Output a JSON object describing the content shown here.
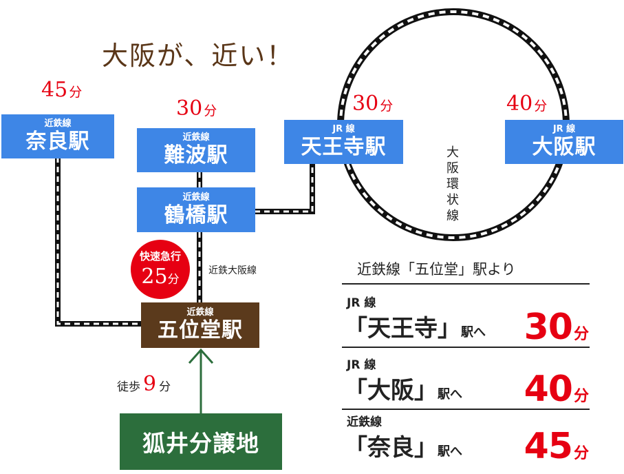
{
  "headline": "大阪が、近い！",
  "stations": {
    "nara": {
      "line": "近鉄線",
      "name": "奈良駅",
      "time": "45",
      "unit": "分"
    },
    "namba": {
      "line": "近鉄線",
      "name": "難波駅",
      "time": "30",
      "unit": "分"
    },
    "tennoji": {
      "line": "JR 線",
      "name": "天王寺駅",
      "time": "30",
      "unit": "分"
    },
    "osaka": {
      "line": "JR 線",
      "name": "大阪駅",
      "time": "40",
      "unit": "分"
    },
    "tsuruhashi": {
      "line": "近鉄線",
      "name": "鶴橋駅"
    },
    "goido": {
      "line": "近鉄線",
      "name": "五位堂駅"
    }
  },
  "express": {
    "label": "快速急行",
    "time": "25",
    "unit": "分"
  },
  "kintetsu_osaka_line": "近鉄大阪線",
  "loop_line": "大阪環状線",
  "walk": {
    "label": "徒歩",
    "time": "9",
    "unit": "分"
  },
  "destination": "狐井分譲地",
  "info": {
    "title": "近鉄線「五位堂」駅より",
    "rows": [
      {
        "line": "JR 線",
        "dest": "「天王寺」",
        "suffix": "駅へ",
        "time": "30",
        "unit": "分"
      },
      {
        "line": "JR 線",
        "dest": "「大阪」",
        "suffix": "駅へ",
        "time": "40",
        "unit": "分"
      },
      {
        "line": "近鉄線",
        "dest": "「奈良」",
        "suffix": "駅へ",
        "time": "45",
        "unit": "分"
      }
    ]
  },
  "colors": {
    "station_blue": "#3e86e6",
    "goido_brown": "#5b3a1c",
    "destination_green": "#2c6e3c",
    "time_red": "#e60012",
    "headline_brown": "#5a3618"
  }
}
